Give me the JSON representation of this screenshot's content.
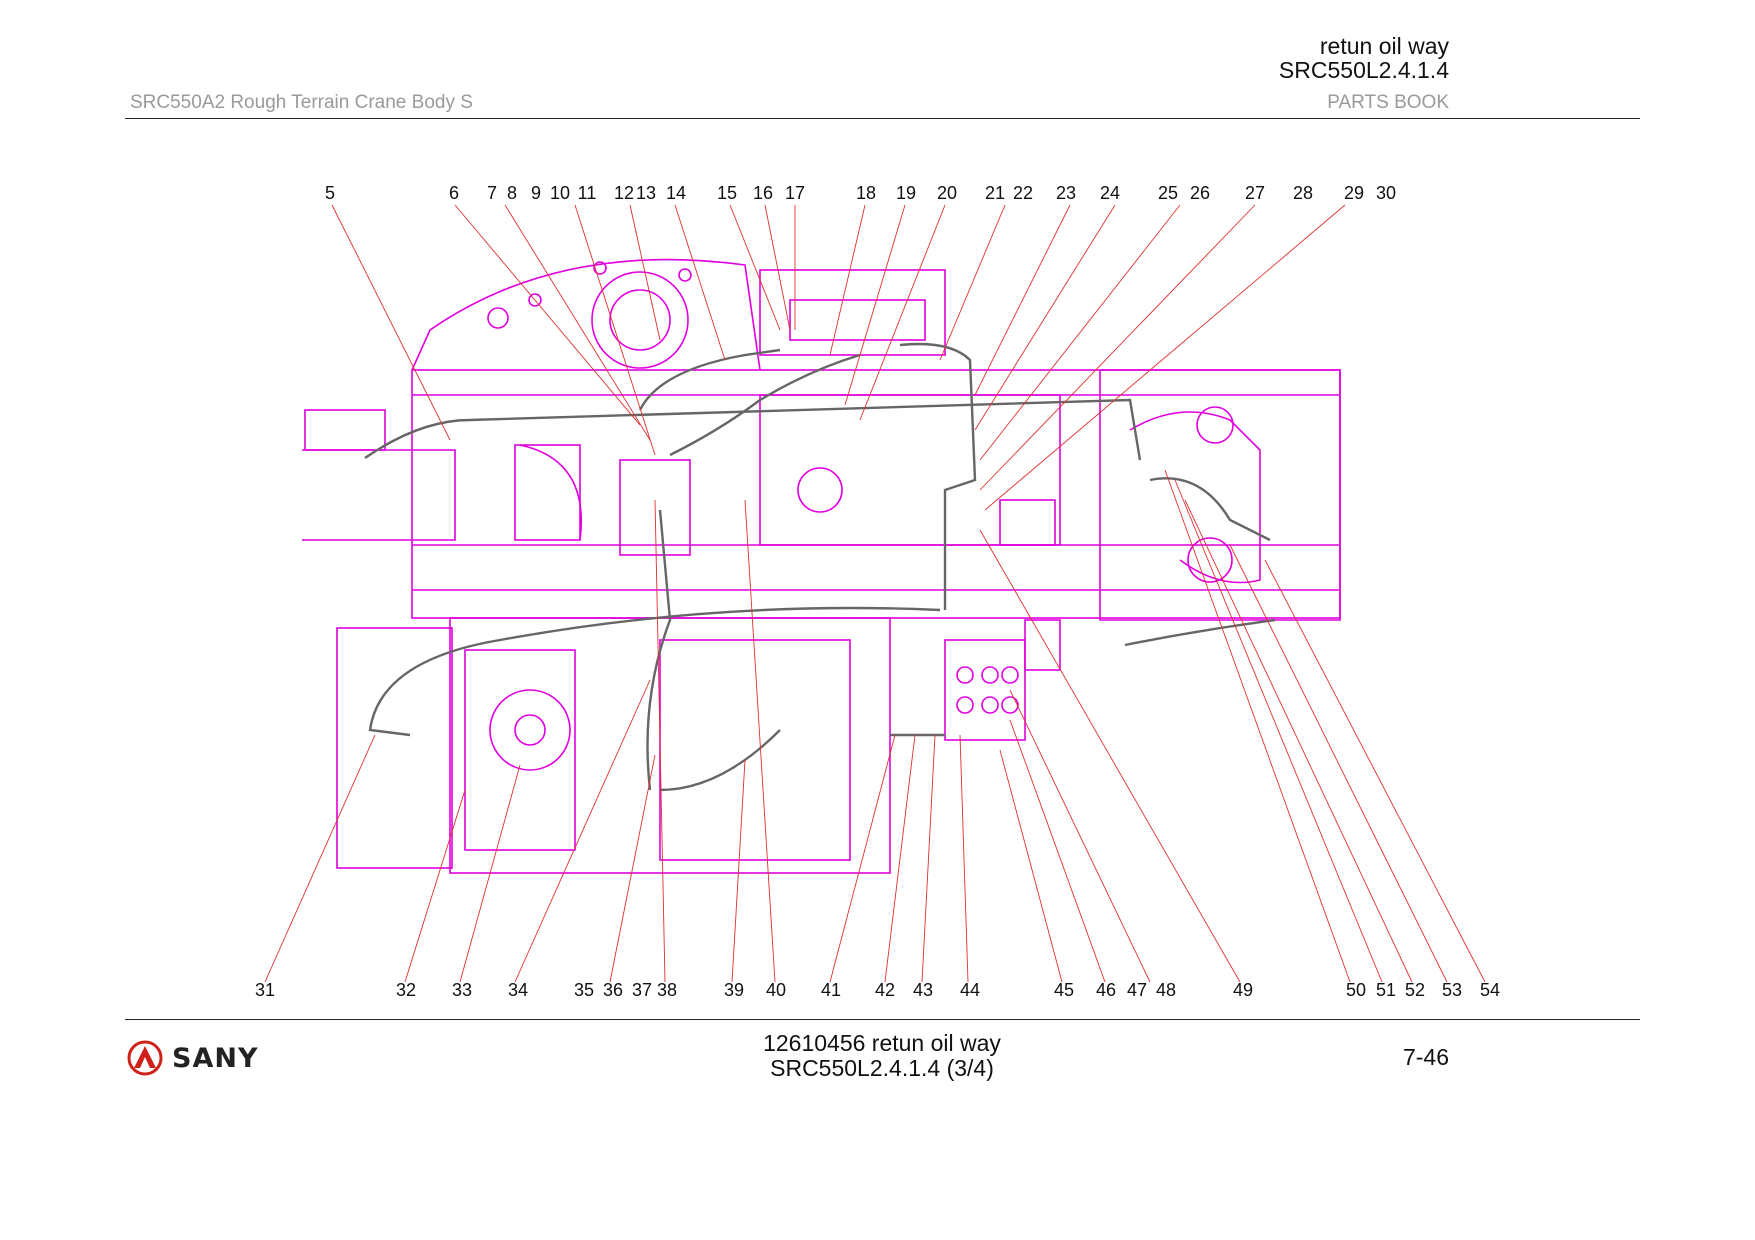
{
  "header": {
    "title": "retun oil way",
    "code": "SRC550L2.4.1.4",
    "left_caption": "SRC550A2 Rough Terrain Crane Body S",
    "right_caption": "PARTS BOOK"
  },
  "diagram": {
    "top_callouts": [
      "5",
      "6",
      "7",
      "8",
      "9",
      "10",
      "11",
      "12",
      "13",
      "14",
      "15",
      "16",
      "17",
      "18",
      "19",
      "20",
      "21",
      "22",
      "23",
      "24",
      "25",
      "26",
      "27",
      "28",
      "29",
      "30"
    ],
    "bottom_callouts": [
      "31",
      "32",
      "33",
      "34",
      "35",
      "36",
      "37",
      "38",
      "39",
      "40",
      "41",
      "42",
      "43",
      "44",
      "45",
      "46",
      "47",
      "48",
      "49",
      "50",
      "51",
      "52",
      "53",
      "54"
    ],
    "colors": {
      "drawing": "#e000e0",
      "leader": "#e03030",
      "text": "#111111"
    }
  },
  "footer": {
    "logo_text": "SANY",
    "title_line1": "12610456 retun oil way",
    "title_line2": "SRC550L2.4.1.4 (3/4)",
    "page": "7-46"
  }
}
